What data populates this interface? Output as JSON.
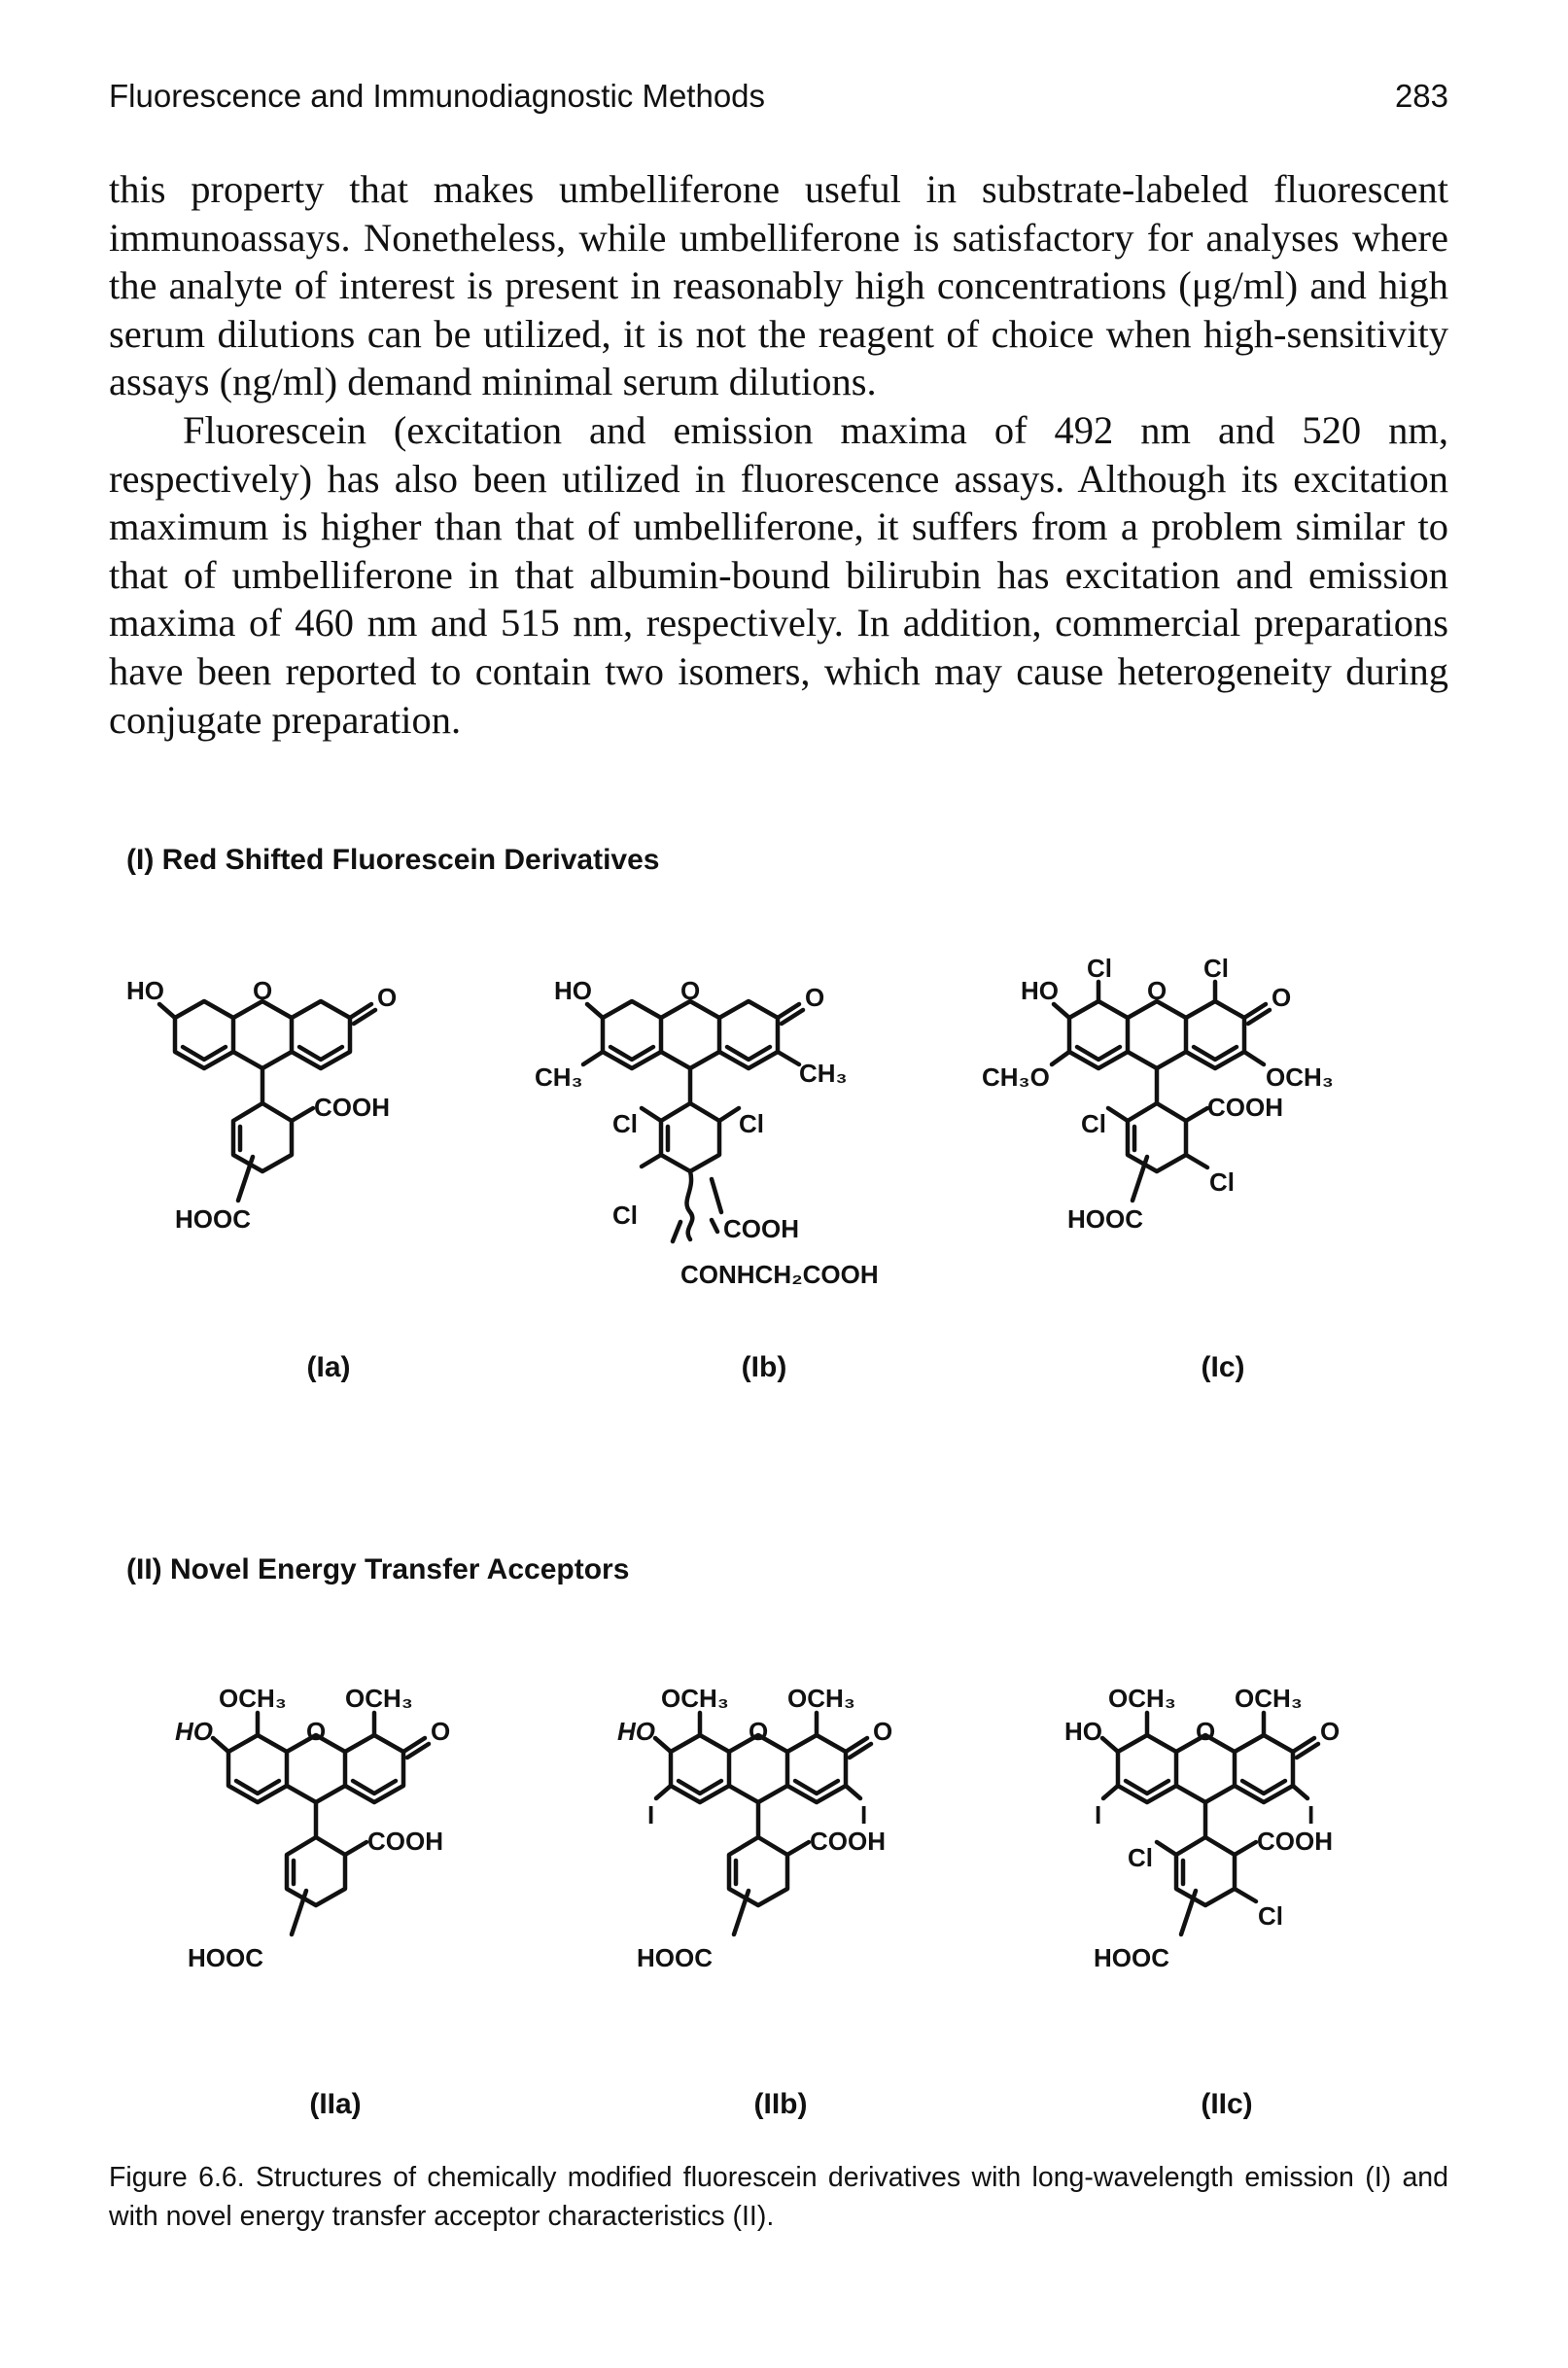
{
  "header": {
    "running_title": "Fluorescence and Immunodiagnostic Methods",
    "page_number": "283"
  },
  "body": {
    "paragraphs": [
      "this property that makes umbelliferone useful in substrate-labeled fluorescent immunoassays. Nonetheless, while umbelliferone is satisfactory for analyses where the analyte of interest is present in reasonably high concentrations (μg/ml) and high serum dilutions can be utilized, it is not the reagent of choice when high-sensitivity assays (ng/ml) demand minimal serum dilutions.",
      "Fluorescein (excitation and emission maxima of 492 nm and 520 nm, respectively) has also been utilized in fluorescence assays. Although its excitation maximum is higher than that of umbelliferone, it suffers from a problem similar to that of umbelliferone in that albumin-bound bilirubin has excitation and emission maxima of 460 nm and 515 nm, respectively. In addition, commercial preparations have been reported to contain two isomers, which may cause heterogeneity during conjugate preparation."
    ]
  },
  "figure": {
    "section_1_heading": "(I) Red Shifted Fluorescein Derivatives",
    "section_2_heading": "(II) Novel Energy Transfer Acceptors",
    "compounds": [
      {
        "label": "(Ia)",
        "atoms": {
          "ho": "HO",
          "o_ring": "O",
          "o_keto": "O",
          "cooh": "COOH",
          "hooc": "HOOC"
        }
      },
      {
        "label": "(Ib)",
        "atoms": {
          "ho": "HO",
          "o_ring": "O",
          "o_keto": "O",
          "ch3_left": "CH₃",
          "ch3_right": "CH₃",
          "cl_1": "Cl",
          "cl_2": "Cl",
          "cl_3": "Cl",
          "cooh": "COOH",
          "conhch2cooh": "CONHCH₂COOH"
        }
      },
      {
        "label": "(Ic)",
        "atoms": {
          "cl_top_left": "Cl",
          "cl_top_right": "Cl",
          "ho": "HO",
          "o_ring": "O",
          "o_keto": "O",
          "ch3o": "CH₃O",
          "och3": "OCH₃",
          "cl_ring_left": "Cl",
          "cooh": "COOH",
          "cl_ring_right": "Cl",
          "hooc": "HOOC"
        }
      },
      {
        "label": "(IIa)",
        "atoms": {
          "och3_left": "OCH₃",
          "och3_right": "OCH₃",
          "ho": "HO",
          "o_ring": "O",
          "o_keto": "O",
          "cooh": "COOH",
          "hooc": "HOOC"
        }
      },
      {
        "label": "(IIb)",
        "atoms": {
          "och3_left": "OCH₃",
          "och3_right": "OCH₃",
          "ho": "HO",
          "o_ring": "O",
          "o_keto": "O",
          "i_left": "I",
          "i_right": "I",
          "cooh": "COOH",
          "hooc": "HOOC"
        }
      },
      {
        "label": "(IIc)",
        "atoms": {
          "och3_left": "OCH₃",
          "och3_right": "OCH₃",
          "ho": "HO",
          "o_ring": "O",
          "o_keto": "O",
          "i_left": "I",
          "i_right": "I",
          "cl_ring_left": "Cl",
          "cooh": "COOH",
          "cl_ring_right": "Cl",
          "hooc": "HOOC"
        }
      }
    ]
  },
  "caption": {
    "label": "Figure 6.6.",
    "text": "Structures of chemically modified fluorescein derivatives with long-wavelength emission (I) and with novel energy transfer acceptor characteristics (II)."
  }
}
